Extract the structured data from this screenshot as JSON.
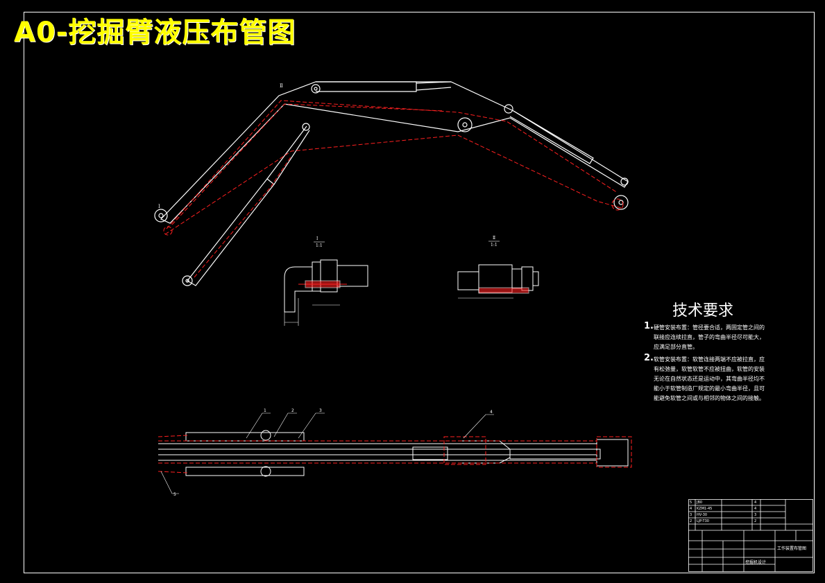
{
  "drawing": {
    "title": "A0-挖掘臂液压布管图",
    "colors": {
      "outline": "#ffffff",
      "hydraulic": "#ff2020",
      "title": "#ffff00",
      "background": "#000000"
    }
  },
  "views": {
    "detail_1": {
      "label": "Ⅰ",
      "scale": "1:1"
    },
    "detail_2": {
      "label": "Ⅱ",
      "scale": "1:1"
    },
    "callouts": [
      "1",
      "2",
      "3",
      "4",
      "5"
    ],
    "markers": [
      "Ⅰ",
      "Ⅱ"
    ]
  },
  "tech_requirements": {
    "heading": "技术要求",
    "items": [
      {
        "num": "1.",
        "text": "硬管安装布置：管径要合适，两固定管之间的联接应连续拉直，管子的弯曲半径尽可能大，应满足部分直管。"
      },
      {
        "num": "2.",
        "text": "软管安装布置：软管连接两端不应被拉直，应有松弛量，软管软管不应被扭曲，软管的安装无论在自然状态还是运动中，其弯曲半径均不能小于软管制造厂规定的最小弯曲半径，且可能避免软管之间或与相邻的物体之间的接触。"
      }
    ]
  },
  "title_block": {
    "parts": [
      {
        "no": "5",
        "code": "JB0",
        "name": "",
        "qty": "4"
      },
      {
        "no": "4",
        "code": "KZM1-45",
        "name": "",
        "qty": "4"
      },
      {
        "no": "3",
        "code": "HV-30",
        "name": "",
        "qty": "3"
      },
      {
        "no": "2",
        "code": "LJP-T30",
        "name": "",
        "qty": "2"
      }
    ],
    "drawing_name": "工作装置布管图",
    "company": "挖掘机设计"
  }
}
